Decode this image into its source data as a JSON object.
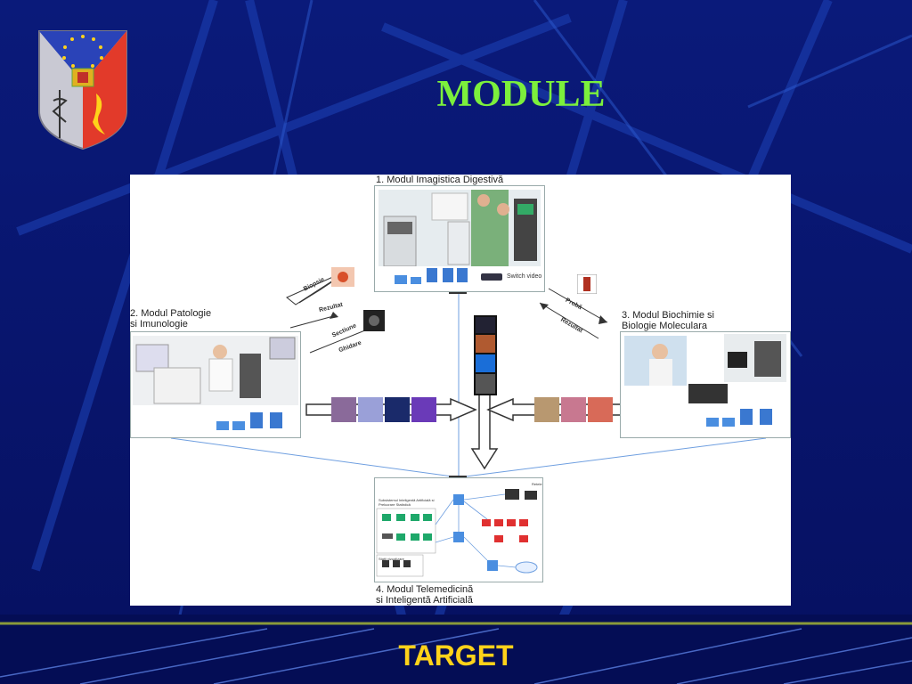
{
  "slide": {
    "title": "MODULE",
    "footer": "TARGET"
  },
  "diagram": {
    "module1": {
      "title": "1. Modul Imagistica Digestivă",
      "switch_label": "Switch video"
    },
    "module2": {
      "line1": "2. Modul Patologie",
      "line2": "si Imunologie"
    },
    "module3": {
      "line1": "3. Modul Biochimie si",
      "line2": "Biologie Moleculara"
    },
    "module4": {
      "line1": "4. Modul Telemedicină",
      "line2": "si Inteligentă Artificială",
      "sub_ai": "Subsistemul Inteligentă Artificială si Prelucrare Statistică",
      "sub_net": "Retele",
      "sub_view": "Statii vizualizare"
    },
    "arrows": {
      "biopsie": "Biopsie",
      "rezultat_left": "Rezultat",
      "sectiune": "Sectiune",
      "ghidare": "Ghidare",
      "proba": "Probă",
      "rezultat_right": "Rezultat"
    }
  },
  "colors": {
    "background": "#08166e",
    "title": "#7cf03c",
    "footer": "#ffd21a",
    "network_line": "#6f9fe0"
  }
}
